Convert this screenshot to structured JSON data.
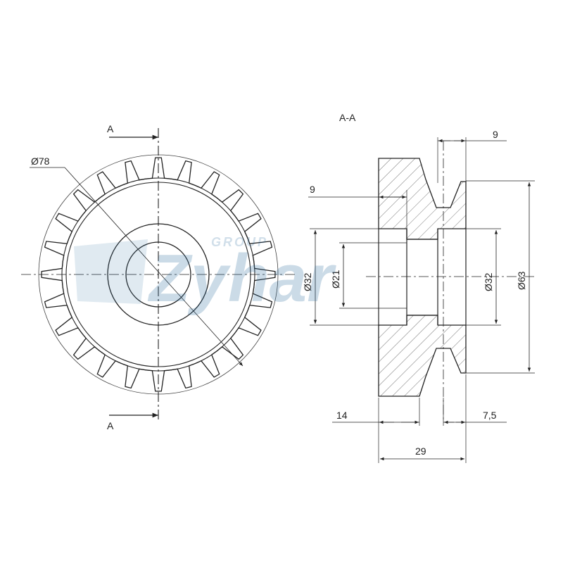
{
  "section_title": "A-A",
  "section_marks": {
    "top": "A",
    "bottom": "A"
  },
  "front_view": {
    "dim_outer_diameter": "Ø78",
    "teeth": 24
  },
  "section_view": {
    "dim_width_groove": "9",
    "dim_hub_depth": "9",
    "dim_bore_left": "Ø32",
    "dim_bore_center": "Ø21",
    "dim_bore_right": "Ø32",
    "dim_pulley_diameter": "Ø63",
    "dim_offset_14": "14",
    "dim_offset_7_5": "7,5",
    "dim_total_width": "29"
  },
  "watermark": {
    "main": "Zyhar",
    "small": "GROUP"
  },
  "colors": {
    "line": "#222222",
    "hatch": "#555555",
    "watermark": "#2f6f9f"
  }
}
